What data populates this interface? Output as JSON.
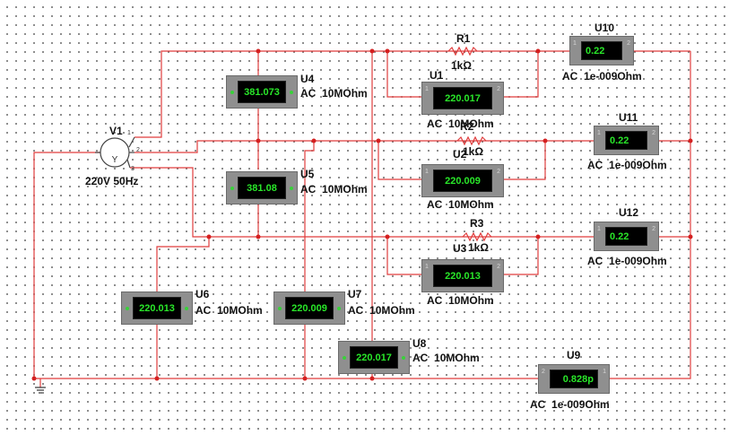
{
  "source": {
    "name": "V1",
    "spec": "220V 50Hz",
    "symbol_text": "Y",
    "phase_labels": [
      "1",
      "2",
      "3"
    ]
  },
  "resistors": [
    {
      "name": "R1",
      "value": "1kΩ"
    },
    {
      "name": "R2",
      "value": "1kΩ"
    },
    {
      "name": "R3",
      "value": "1kΩ"
    }
  ],
  "meters": [
    {
      "name": "U1",
      "reading": "220.017",
      "mode": "AC",
      "resistance": "10MOhm"
    },
    {
      "name": "U2",
      "reading": "220.009",
      "mode": "AC",
      "resistance": "10MOhm"
    },
    {
      "name": "U3",
      "reading": "220.013",
      "mode": "AC",
      "resistance": "10MOhm"
    },
    {
      "name": "U4",
      "reading": "381.073",
      "mode": "AC",
      "resistance": "10MOhm"
    },
    {
      "name": "U5",
      "reading": "381.08",
      "mode": "AC",
      "resistance": "10MOhm"
    },
    {
      "name": "U6",
      "reading": "220.013",
      "mode": "AC",
      "resistance": "10MOhm"
    },
    {
      "name": "U7",
      "reading": "220.009",
      "mode": "AC",
      "resistance": "10MOhm"
    },
    {
      "name": "U8",
      "reading": "220.017",
      "mode": "AC",
      "resistance": "10MOhm"
    },
    {
      "name": "U9",
      "reading": "0.828p",
      "mode": "AC",
      "resistance": "1e-009Ohm"
    },
    {
      "name": "U10",
      "reading": "0.22",
      "mode": "AC",
      "resistance": "1e-009Ohm"
    },
    {
      "name": "U11",
      "reading": "0.22",
      "mode": "AC",
      "resistance": "1e-009Ohm"
    },
    {
      "name": "U12",
      "reading": "0.22",
      "mode": "AC",
      "resistance": "1e-009Ohm"
    }
  ],
  "pin_labels": {
    "plus": "+",
    "minus": "-",
    "one": "1",
    "two": "2"
  },
  "colors": {
    "wire": "#e03c3c",
    "junction": "#d42020",
    "meter_body": "#8f8f8f",
    "display_text": "#29e629",
    "display_bg": "#000000"
  }
}
